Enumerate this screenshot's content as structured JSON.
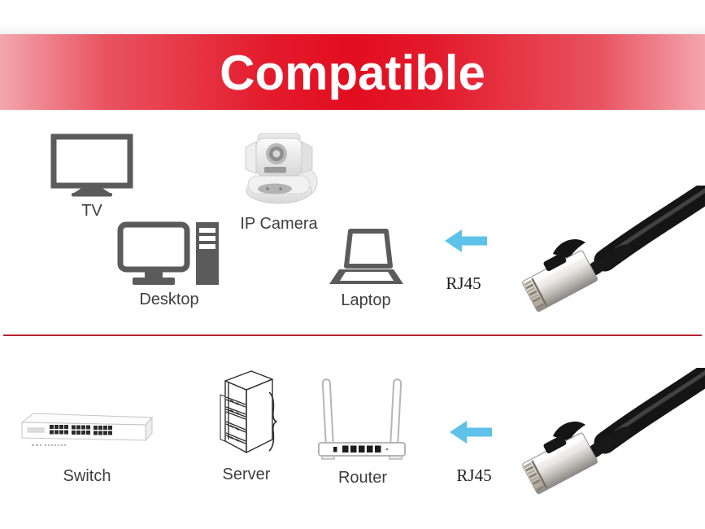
{
  "banner": {
    "label": "Compatible",
    "text_color": "#ffffff",
    "color_center": "#e20d20",
    "color_edge": "#f3a6ae"
  },
  "divider_color": "#b5232e",
  "arrow_color": "#5ec2e8",
  "label_color": "#3e3e3e",
  "cable": {
    "icon": "rj45-patch-cable-photo",
    "color": "#151515",
    "plug_color": "#c9c7c2"
  },
  "rows": [
    {
      "name": "top-row",
      "devices": [
        {
          "label": "TV",
          "icon": "tv-icon"
        },
        {
          "label": "IP Camera",
          "icon": "ip-camera-icon"
        },
        {
          "label": "Desktop",
          "icon": "desktop-icon"
        },
        {
          "label": "Laptop",
          "icon": "laptop-icon"
        }
      ],
      "arrow_icon": "left-arrow-icon",
      "connector_label": "RJ45"
    },
    {
      "name": "bottom-row",
      "devices": [
        {
          "label": "Switch",
          "icon": "network-switch-icon"
        },
        {
          "label": "Server",
          "icon": "server-icon"
        },
        {
          "label": "Router",
          "icon": "router-icon"
        }
      ],
      "arrow_icon": "left-arrow-icon",
      "connector_label": "RJ45"
    }
  ]
}
